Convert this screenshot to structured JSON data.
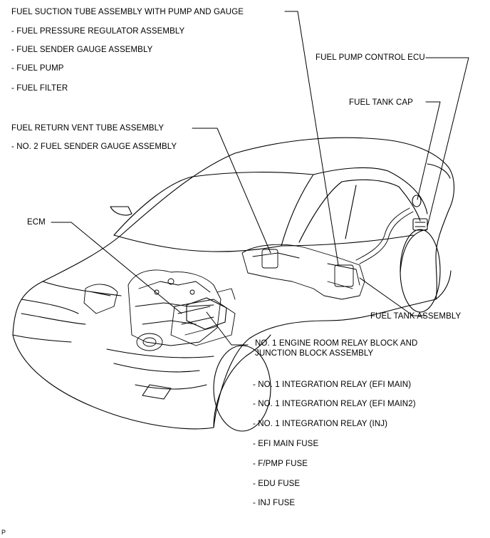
{
  "labels": {
    "suction_tube": "FUEL SUCTION TUBE ASSEMBLY WITH PUMP AND GAUGE",
    "pressure_regulator": "- FUEL PRESSURE REGULATOR ASSEMBLY",
    "sender_gauge": "- FUEL SENDER GAUGE ASSEMBLY",
    "fuel_pump": "- FUEL PUMP",
    "fuel_filter": "- FUEL FILTER",
    "pump_control_ecu": "FUEL PUMP CONTROL ECU",
    "tank_cap": "FUEL TANK CAP",
    "return_vent_tube": "FUEL RETURN VENT TUBE ASSEMBLY",
    "no2_sender_gauge": "- NO. 2 FUEL SENDER GAUGE ASSEMBLY",
    "ecm": "ECM",
    "tank_assembly": "FUEL TANK ASSEMBLY",
    "relay_block_line1": "NO. 1 ENGINE ROOM RELAY BLOCK AND",
    "relay_block_line2": "JUNCTION BLOCK ASSEMBLY",
    "relay_efi_main": "- NO. 1 INTEGRATION RELAY (EFI MAIN)",
    "relay_efi_main2": "- NO. 1 INTEGRATION RELAY (EFI MAIN2)",
    "relay_inj": "- NO. 1 INTEGRATION RELAY (INJ)",
    "efi_main_fuse": "- EFI MAIN FUSE",
    "fpmp_fuse": "- F/PMP FUSE",
    "edu_fuse": "- EDU FUSE",
    "inj_fuse": "- INJ FUSE"
  },
  "corner_mark": "P"
}
